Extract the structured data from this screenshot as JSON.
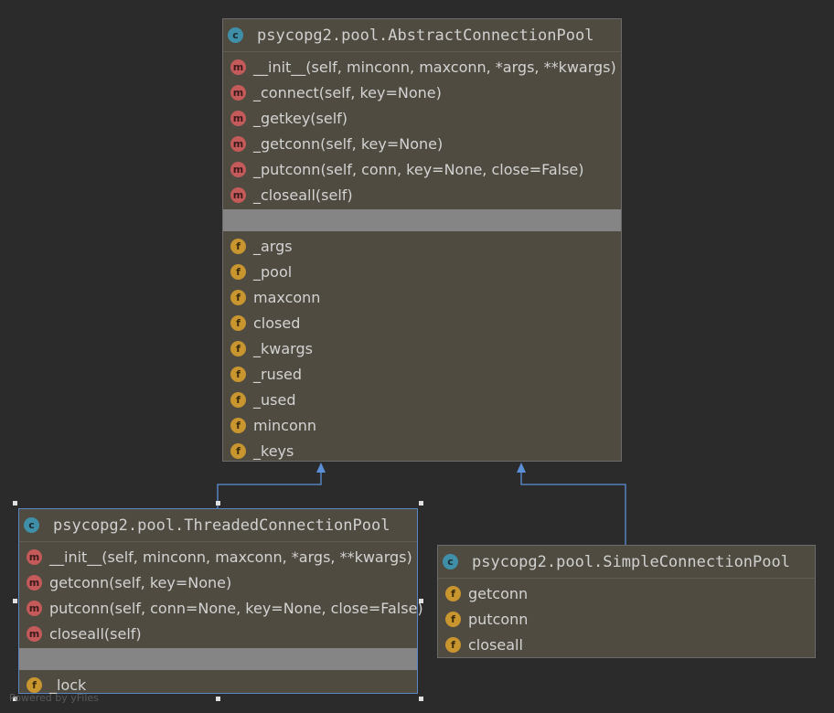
{
  "diagram": {
    "abstract": {
      "title": "psycopg2.pool.AbstractConnectionPool",
      "methods": [
        "__init__(self, minconn, maxconn, *args, **kwargs)",
        "_connect(self, key=None)",
        "_getkey(self)",
        "_getconn(self, key=None)",
        "_putconn(self, conn, key=None, close=False)",
        "_closeall(self)"
      ],
      "fields": [
        "_args",
        "_pool",
        "maxconn",
        "closed",
        "_kwargs",
        "_rused",
        "_used",
        "minconn",
        "_keys"
      ]
    },
    "threaded": {
      "title": "psycopg2.pool.ThreadedConnectionPool",
      "methods": [
        "__init__(self, minconn, maxconn, *args, **kwargs)",
        "getconn(self, key=None)",
        "putconn(self, conn=None, key=None, close=False)",
        "closeall(self)"
      ],
      "fields": [
        "_lock"
      ]
    },
    "simple": {
      "title": "psycopg2.pool.SimpleConnectionPool",
      "fields": [
        "getconn",
        "putconn",
        "closeall"
      ]
    },
    "badges": {
      "class": "c",
      "method": "m",
      "field": "f"
    },
    "watermark": "Powered by yFiles",
    "colors": {
      "edge": "#5b8fd8",
      "class_badge": "#3f8fa8",
      "method_badge": "#c45a5a",
      "field_badge": "#c9952f"
    }
  }
}
